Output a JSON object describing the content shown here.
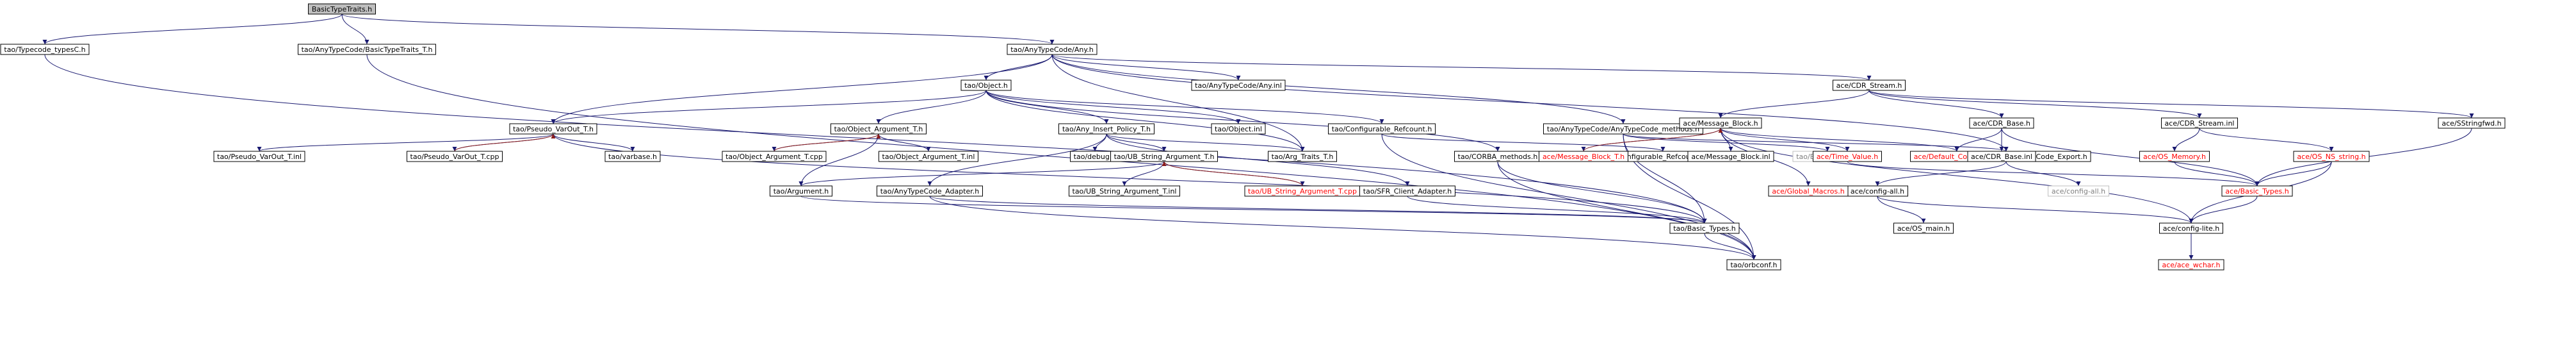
{
  "diagram": {
    "title": "",
    "colors": {
      "edge": "#191970",
      "root_fill": "#bfbfbf",
      "node_fill": "#ffffff",
      "missing_text": "#ff0000",
      "ext_text": "#808080"
    },
    "nodes": [
      {
        "id": "n0",
        "label": "BasicTypeTraits.h",
        "kind": "root"
      },
      {
        "id": "n1",
        "label": "tao/Typecode_typesC.h",
        "kind": "normal"
      },
      {
        "id": "n2",
        "label": "tao/AnyTypeCode/BasicTypeTraits_T.h",
        "kind": "normal"
      },
      {
        "id": "n3",
        "label": "tao/AnyTypeCode/Any.h",
        "kind": "normal"
      },
      {
        "id": "n4",
        "label": "tao/Object.h",
        "kind": "normal"
      },
      {
        "id": "n5",
        "label": "tao/AnyTypeCode/Any.inl",
        "kind": "normal"
      },
      {
        "id": "n6",
        "label": "ace/CDR_Stream.h",
        "kind": "normal"
      },
      {
        "id": "n7",
        "label": "tao/Pseudo_VarOut_T.h",
        "kind": "normal"
      },
      {
        "id": "n8",
        "label": "tao/Object_Argument_T.h",
        "kind": "normal"
      },
      {
        "id": "n9",
        "label": "tao/Any_Insert_Policy_T.h",
        "kind": "normal"
      },
      {
        "id": "n10",
        "label": "tao/Object.inl",
        "kind": "normal"
      },
      {
        "id": "n11",
        "label": "tao/Configurable_Refcount.h",
        "kind": "normal"
      },
      {
        "id": "n12",
        "label": "tao/AnyTypeCode/AnyTypeCode_methods.h",
        "kind": "normal"
      },
      {
        "id": "n13",
        "label": "ace/Message_Block.h",
        "kind": "normal"
      },
      {
        "id": "n14",
        "label": "ace/CDR_Base.h",
        "kind": "normal"
      },
      {
        "id": "n15",
        "label": "ace/CDR_Stream.inl",
        "kind": "normal"
      },
      {
        "id": "n16",
        "label": "ace/SStringfwd.h",
        "kind": "normal"
      },
      {
        "id": "n17",
        "label": "tao/Pseudo_VarOut_T.inl",
        "kind": "normal"
      },
      {
        "id": "n18",
        "label": "tao/Pseudo_VarOut_T.cpp",
        "kind": "normal"
      },
      {
        "id": "n19",
        "label": "tao/varbase.h",
        "kind": "normal"
      },
      {
        "id": "n20",
        "label": "tao/Object_Argument_T.cpp",
        "kind": "normal"
      },
      {
        "id": "n21",
        "label": "tao/Object_Argument_T.inl",
        "kind": "normal"
      },
      {
        "id": "n22",
        "label": "tao/debug.h",
        "kind": "normal"
      },
      {
        "id": "n23",
        "label": "tao/UB_String_Argument_T.h",
        "kind": "normal"
      },
      {
        "id": "n24",
        "label": "tao/Arg_Traits_T.h",
        "kind": "normal"
      },
      {
        "id": "n25",
        "label": "tao/CORBA_methods.h",
        "kind": "normal"
      },
      {
        "id": "n26",
        "label": "Configurable_Refcount.inl",
        "kind": "normal"
      },
      {
        "id": "n27",
        "label": "tao/Basic_Types.h",
        "kind": "ext"
      },
      {
        "id": "n28",
        "label": "tao/AnyTypeCode/TAO_AnyTypeCode_Export.h",
        "kind": "normal"
      },
      {
        "id": "n29",
        "label": "ace/Message_Block_T.h",
        "kind": "missing"
      },
      {
        "id": "n30",
        "label": "ace/Message_Block.inl",
        "kind": "normal"
      },
      {
        "id": "n31",
        "label": "ace/Time_Value.h",
        "kind": "missing"
      },
      {
        "id": "n32",
        "label": "ace/Default_Constants.h",
        "kind": "missing"
      },
      {
        "id": "n33",
        "label": "ace/CDR_Base.inl",
        "kind": "normal"
      },
      {
        "id": "n34",
        "label": "ace/OS_Memory.h",
        "kind": "missing"
      },
      {
        "id": "n35",
        "label": "ace/OS_NS_string.h",
        "kind": "missing"
      },
      {
        "id": "n36",
        "label": "tao/Argument.h",
        "kind": "normal"
      },
      {
        "id": "n37",
        "label": "tao/AnyTypeCode_Adapter.h",
        "kind": "normal"
      },
      {
        "id": "n38",
        "label": "tao/UB_String_Argument_T.inl",
        "kind": "normal"
      },
      {
        "id": "n39",
        "label": "tao/UB_String_Argument_T.cpp",
        "kind": "missing"
      },
      {
        "id": "n40",
        "label": "tao/SFR_Client_Adapter.h",
        "kind": "normal"
      },
      {
        "id": "n41",
        "label": "ace/config-all.h",
        "kind": "normal"
      },
      {
        "id": "n42",
        "label": "ace/config-all.h",
        "kind": "ext"
      },
      {
        "id": "n43",
        "label": "ace/Global_Macros.h",
        "kind": "missing"
      },
      {
        "id": "n44",
        "label": "ace/Basic_Types.h",
        "kind": "missing"
      },
      {
        "id": "n45",
        "label": "tao/Basic_Types.h",
        "kind": "normal"
      },
      {
        "id": "n46",
        "label": "ace/OS_main.h",
        "kind": "normal"
      },
      {
        "id": "n47",
        "label": "ace/config-lite.h",
        "kind": "normal"
      },
      {
        "id": "n48",
        "label": "tao/orbconf.h",
        "kind": "normal"
      },
      {
        "id": "n49",
        "label": "ace/ace_wchar.h",
        "kind": "missing"
      }
    ],
    "edges": [
      [
        "n0",
        "n1"
      ],
      [
        "n0",
        "n2"
      ],
      [
        "n0",
        "n3"
      ],
      [
        "n1",
        "n45"
      ],
      [
        "n2",
        "n48"
      ],
      [
        "n3",
        "n4"
      ],
      [
        "n3",
        "n5"
      ],
      [
        "n3",
        "n6"
      ],
      [
        "n3",
        "n7"
      ],
      [
        "n3",
        "n12"
      ],
      [
        "n3",
        "n24"
      ],
      [
        "n3",
        "n28"
      ],
      [
        "n4",
        "n7"
      ],
      [
        "n4",
        "n8"
      ],
      [
        "n4",
        "n9"
      ],
      [
        "n4",
        "n10"
      ],
      [
        "n4",
        "n11"
      ],
      [
        "n4",
        "n24"
      ],
      [
        "n4",
        "n25"
      ],
      [
        "n6",
        "n13"
      ],
      [
        "n6",
        "n14"
      ],
      [
        "n6",
        "n15"
      ],
      [
        "n6",
        "n16"
      ],
      [
        "n7",
        "n17"
      ],
      [
        "n7",
        "n18"
      ],
      [
        "n7",
        "n19"
      ],
      [
        "n7",
        "n45"
      ],
      [
        "n18",
        "n7"
      ],
      [
        "n8",
        "n20"
      ],
      [
        "n8",
        "n21"
      ],
      [
        "n8",
        "n36"
      ],
      [
        "n20",
        "n8"
      ],
      [
        "n9",
        "n22"
      ],
      [
        "n9",
        "n23"
      ],
      [
        "n9",
        "n24"
      ],
      [
        "n9",
        "n37"
      ],
      [
        "n9",
        "n40"
      ],
      [
        "n11",
        "n26"
      ],
      [
        "n11",
        "n48"
      ],
      [
        "n12",
        "n27"
      ],
      [
        "n12",
        "n28"
      ],
      [
        "n12",
        "n45"
      ],
      [
        "n12",
        "n48"
      ],
      [
        "n13",
        "n29"
      ],
      [
        "n13",
        "n30"
      ],
      [
        "n13",
        "n31"
      ],
      [
        "n13",
        "n32"
      ],
      [
        "n13",
        "n43"
      ],
      [
        "n13",
        "n47"
      ],
      [
        "n29",
        "n13"
      ],
      [
        "n14",
        "n32"
      ],
      [
        "n14",
        "n33"
      ],
      [
        "n14",
        "n44"
      ],
      [
        "n15",
        "n34"
      ],
      [
        "n15",
        "n35"
      ],
      [
        "n16",
        "n44"
      ],
      [
        "n23",
        "n36"
      ],
      [
        "n23",
        "n38"
      ],
      [
        "n23",
        "n39"
      ],
      [
        "n39",
        "n23"
      ],
      [
        "n25",
        "n45"
      ],
      [
        "n25",
        "n48"
      ],
      [
        "n28",
        "n41"
      ],
      [
        "n28",
        "n42"
      ],
      [
        "n31",
        "n44"
      ],
      [
        "n34",
        "n44"
      ],
      [
        "n35",
        "n44"
      ],
      [
        "n35",
        "n47"
      ],
      [
        "n36",
        "n45"
      ],
      [
        "n37",
        "n45"
      ],
      [
        "n37",
        "n48"
      ],
      [
        "n40",
        "n45"
      ],
      [
        "n41",
        "n46"
      ],
      [
        "n41",
        "n47"
      ],
      [
        "n44",
        "n47"
      ],
      [
        "n45",
        "n48"
      ],
      [
        "n47",
        "n49"
      ]
    ]
  }
}
